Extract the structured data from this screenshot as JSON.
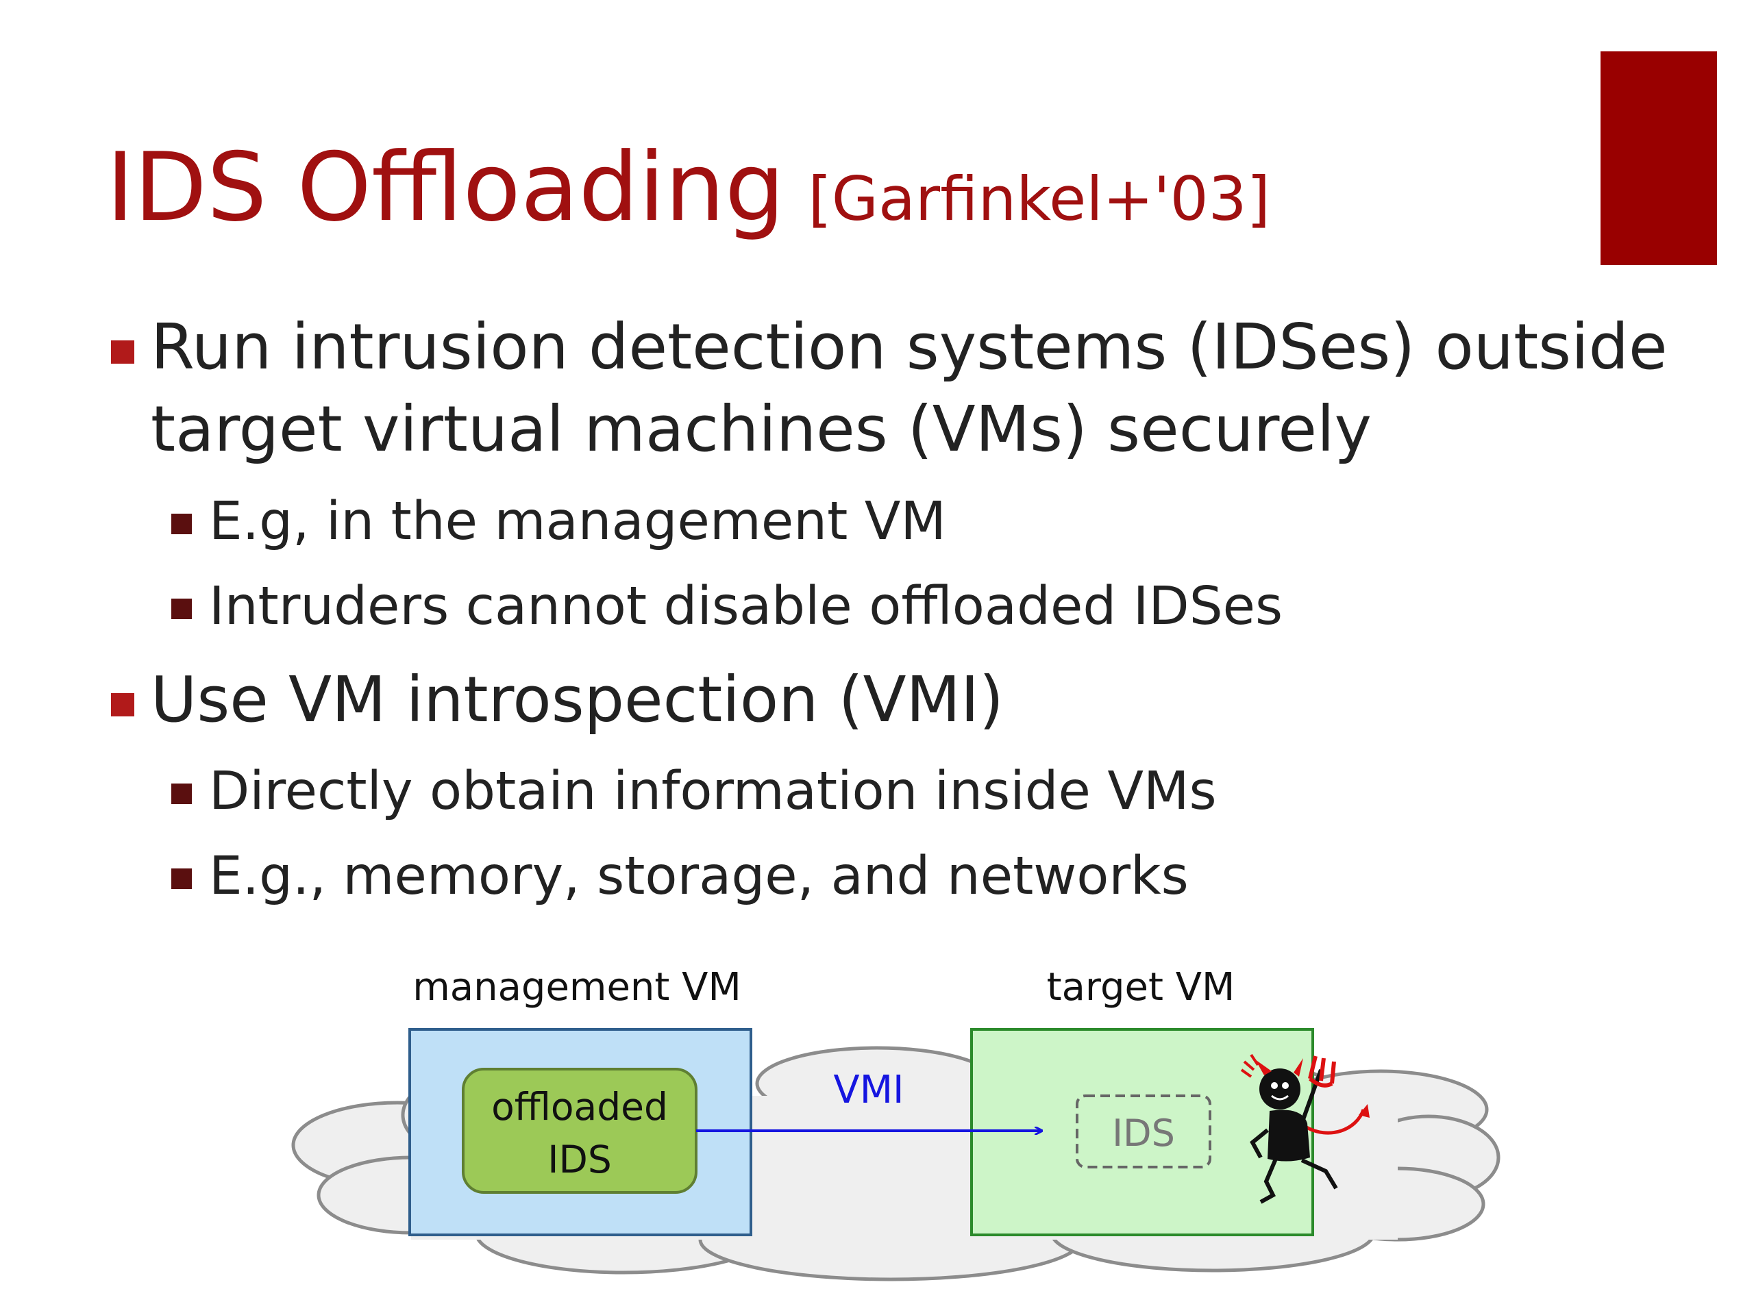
{
  "slide": {
    "title": "IDS Offloading",
    "citation": "[Garfinkel+'03]",
    "bullets": [
      {
        "text_lines": [
          "Run intrusion detection systems (IDSes) outside",
          "target virtual machines (VMs) securely"
        ],
        "sub": [
          "E.g, in the management VM",
          "Intruders cannot disable offloaded IDSes"
        ]
      },
      {
        "text_lines": [
          "Use VM introspection (VMI)"
        ],
        "sub": [
          "Directly obtain information inside VMs",
          "E.g., memory, storage, and networks"
        ]
      }
    ]
  },
  "diagram": {
    "management_vm_label": "management VM",
    "target_vm_label": "target VM",
    "offloaded_ids_lines": [
      "offloaded",
      "IDS"
    ],
    "target_ids_label": "IDS",
    "arrow_label": "VMI",
    "icons": [
      "cloud-shape",
      "devil-intruder-icon"
    ],
    "colors": {
      "title": "#a01010",
      "corner_block": "#990000",
      "management_vm_fill": "#bfe0f7",
      "target_vm_fill": "#cdf5c8",
      "offloaded_ids_fill": "#9cc957",
      "arrow": "#1515e0"
    }
  }
}
